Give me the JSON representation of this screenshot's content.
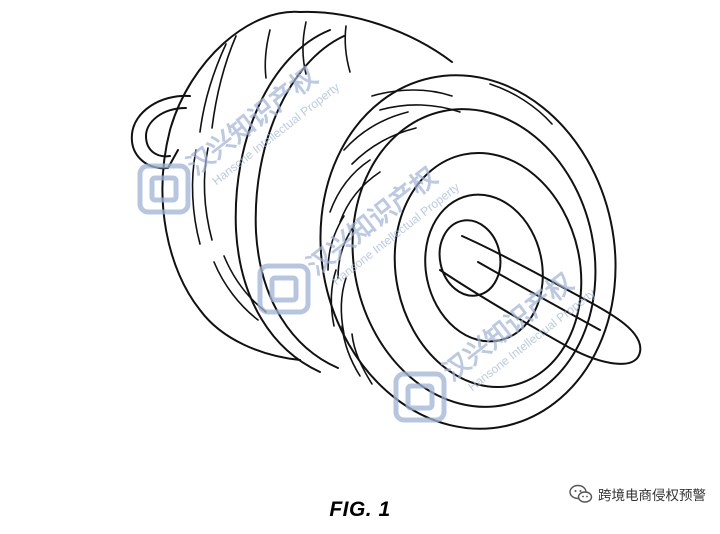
{
  "figure": {
    "caption": "FIG. 1",
    "subject": "ab-roller-wheel-patent-line-drawing"
  },
  "watermark": {
    "brand_cn": "汉兴知识产权",
    "brand_en": "Hansone Intellectual Property",
    "color": "#9fb4d6"
  },
  "badge": {
    "account_name": "跨境电商侵权预警",
    "icon": "wechat-icon"
  }
}
